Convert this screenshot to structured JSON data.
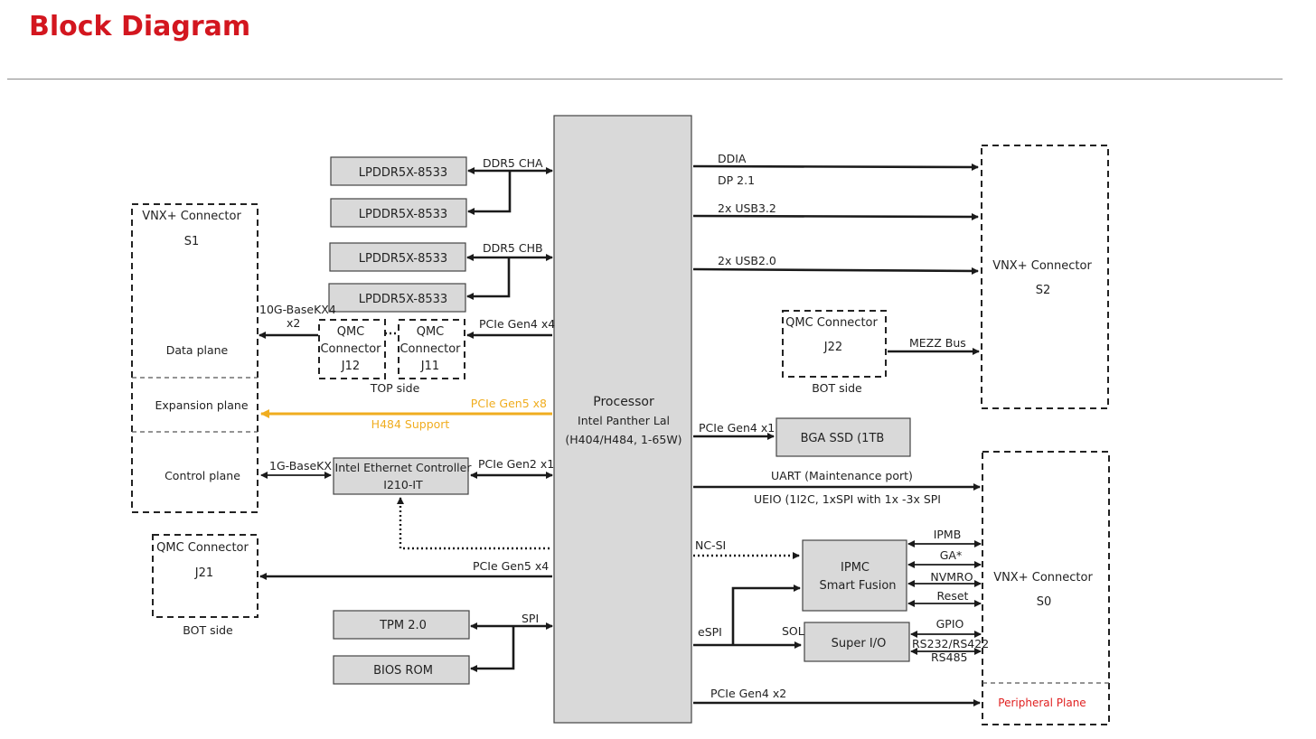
{
  "page": {
    "title": "Block Diagram"
  },
  "colors": {
    "title": "#d3161f",
    "accent": "#f0ad1f",
    "peripheral": "#e02020",
    "box_fill": "#d9d9d9"
  },
  "processor": {
    "title": "Processor",
    "line1": "Intel Panther Lal",
    "line2": "(H404/H484, 1-65W)"
  },
  "memory": {
    "chips": [
      "LPDDR5X-8533",
      "LPDDR5X-8533",
      "LPDDR5X-8533",
      "LPDDR5X-8533"
    ],
    "channel_a": "DDR5 CHA",
    "channel_b": "DDR5 CHB"
  },
  "connector_s1": {
    "title": "VNX+ Connector",
    "id": "S1",
    "planes": [
      "Data plane",
      "Expansion plane",
      "Control plane"
    ]
  },
  "connector_s2": {
    "title": "VNX+ Connector",
    "id": "S2"
  },
  "connector_s0": {
    "title": "VNX+ Connector",
    "id": "S0",
    "peripheral_plane": "Peripheral Plane"
  },
  "qmc_top": {
    "j12": {
      "line1": "QMC",
      "line2": "Connector",
      "line3": "J12"
    },
    "j11": {
      "line1": "QMC",
      "line2": "Connector",
      "line3": "J11"
    },
    "caption": "TOP side"
  },
  "qmc_j22": {
    "title": "QMC Connector",
    "id": "J22",
    "caption": "BOT side"
  },
  "qmc_j21": {
    "title": "QMC Connector",
    "id": "J21",
    "caption": "BOT side"
  },
  "ethernet": {
    "line1": "Intel  Ethernet Controller",
    "line2": "I210-IT"
  },
  "ssd": {
    "label": "BGA SSD (1TB"
  },
  "tpm": {
    "label": "TPM 2.0"
  },
  "bios": {
    "label": "BIOS ROM"
  },
  "ipmc": {
    "line1": "IPMC",
    "line2": "Smart Fusion"
  },
  "superio": {
    "label": "Super I/O"
  },
  "links": {
    "kx4_line1": "10G-BaseKX4",
    "kx4_line2": "x2",
    "pcie_gen4_x4": "PCIe Gen4 x4",
    "pcie_gen5_x8": "PCIe Gen5 x8",
    "h484_support": "H484 Support",
    "baseKX": "1G-BaseKX",
    "pcie_gen2_x1": "PCIe Gen2 x1",
    "pcie_gen5_x4": "PCIe Gen5 x4",
    "spi": "SPI",
    "ddia": "DDIA",
    "dp": "DP 2.1",
    "usb32": "2x USB3.2",
    "usb20": "2x USB2.0",
    "mezz": "MEZZ Bus",
    "pcie_gen4_x1": "PCIe Gen4 x1",
    "uart": "UART (Maintenance port)",
    "ueio": "UEIO (1I2C, 1xSPI with 1x -3x SPI",
    "ncsi": "NC-SI",
    "espi": "eSPI",
    "sol": "SOL",
    "ipmb": "IPMB",
    "ga": "GA*",
    "nvmro": "NVMRO",
    "reset": "Reset",
    "gpio": "GPIO",
    "rs232": "RS232/RS422",
    "rs485": "RS485",
    "pcie_gen4_x2": "PCIe Gen4 x2"
  }
}
